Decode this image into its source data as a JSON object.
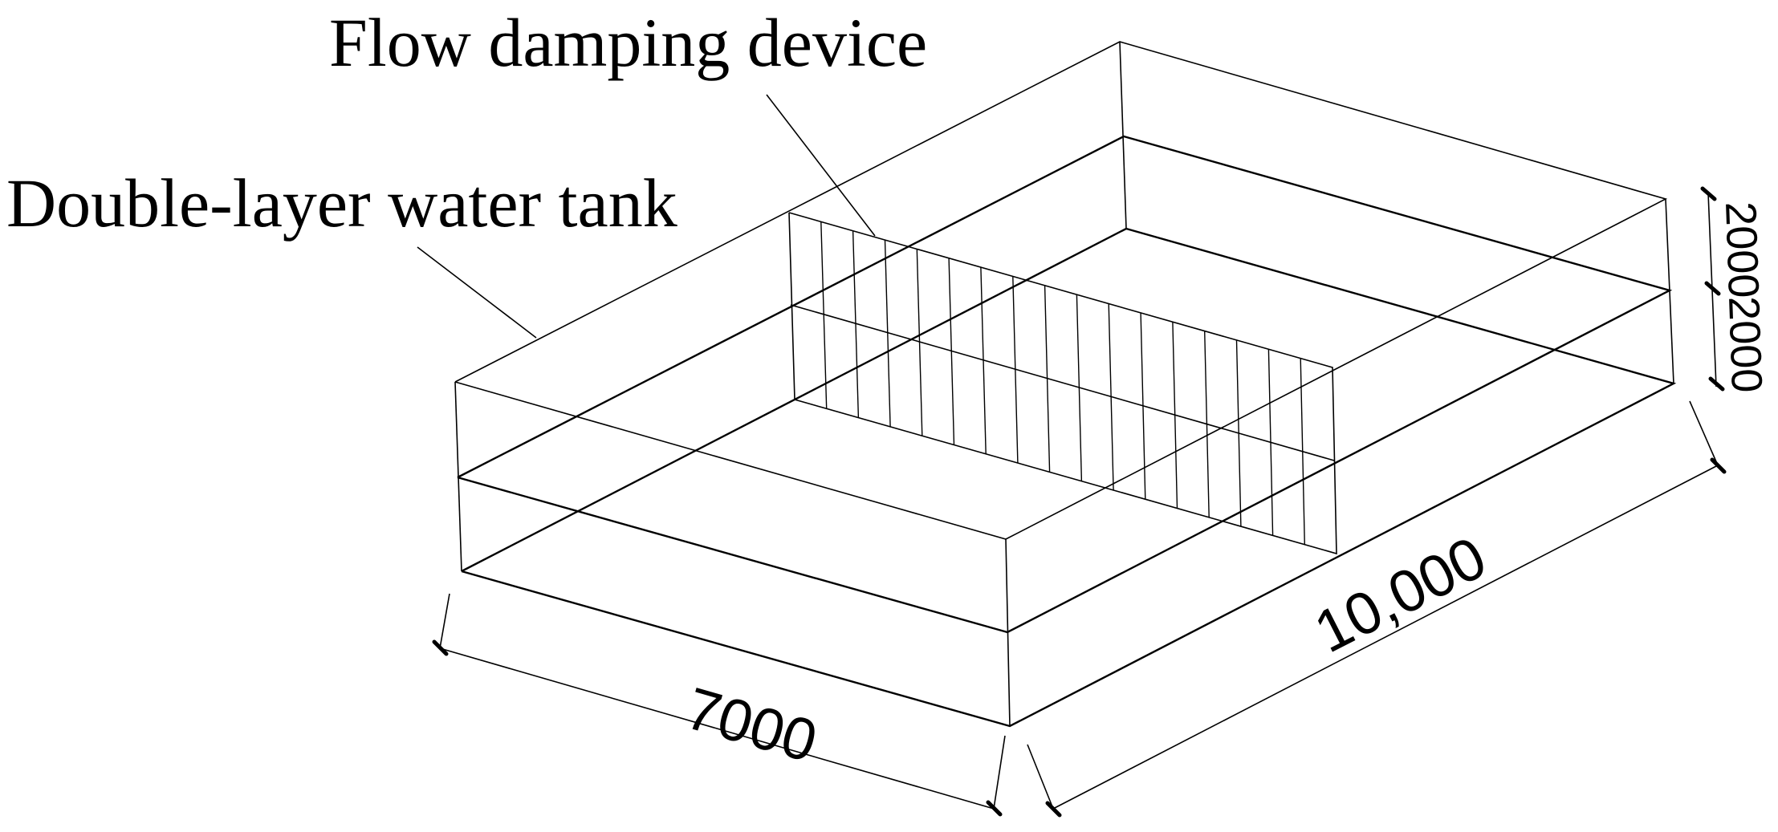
{
  "labels": {
    "flow_damping_device": "Flow damping device",
    "double_layer_tank": "Double-layer water tank"
  },
  "dimensions": {
    "width": "7000",
    "length": "10,000",
    "layer_top_height": "2000",
    "layer_bottom_height": "2000"
  },
  "damping_device": {
    "slat_count": 16
  }
}
